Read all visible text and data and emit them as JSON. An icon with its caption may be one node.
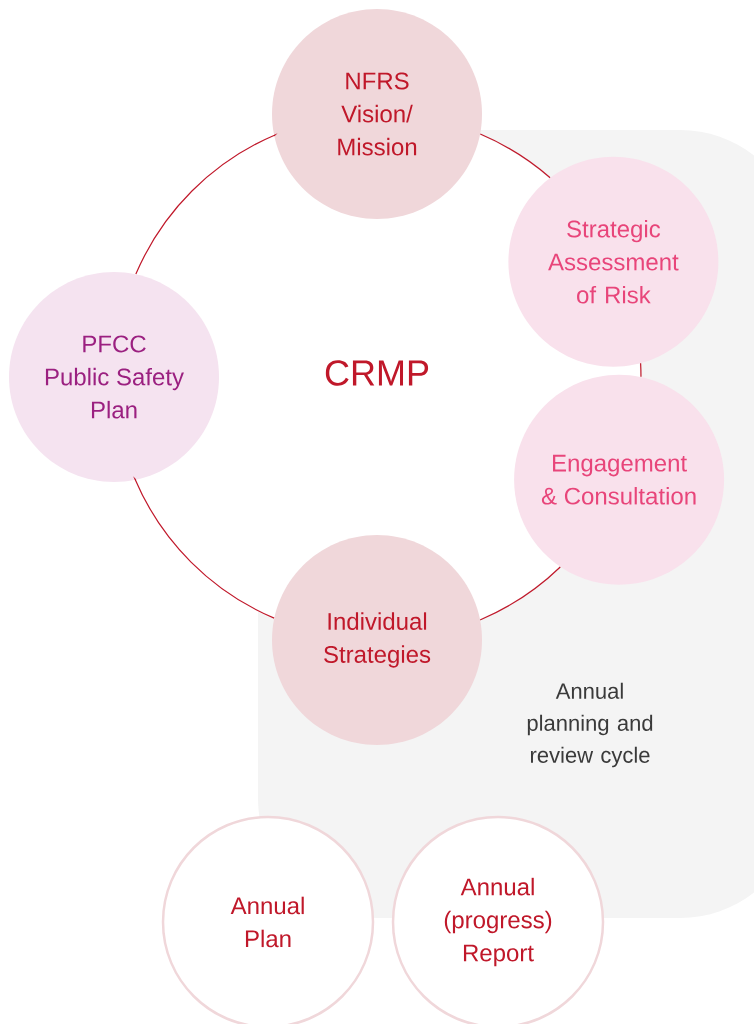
{
  "diagram": {
    "nodes": [
      {
        "text": [
          "NFRS Vision/ Mission"
        ]
      },
      {
        "text": [
          "Strategic Assessment of Risk"
        ]
      },
      {
        "text": [
          "PFCC Public Safety Plan"
        ]
      },
      {
        "text": [
          "Engagement & Consultation"
        ]
      },
      {
        "text": [
          "Individual Strategies"
        ]
      },
      {
        "text": [
          "Annual Plan"
        ]
      },
      {
        "text": [
          "Annual (progress) Report"
        ]
      }
    ],
    "edges": [
      {
        "from": 0,
        "to": 1,
        "arrow": "none"
      },
      {
        "from": 1,
        "to": 3,
        "arrow": "none"
      },
      {
        "from": 3,
        "to": 4,
        "arrow": "none"
      },
      {
        "from": 4,
        "to": 2,
        "arrow": "none"
      },
      {
        "from": 2,
        "to": 0,
        "arrow": "none"
      }
    ],
    "labels": [
      "CRMP",
      "Annual planning and review cycle"
    ]
  }
}
